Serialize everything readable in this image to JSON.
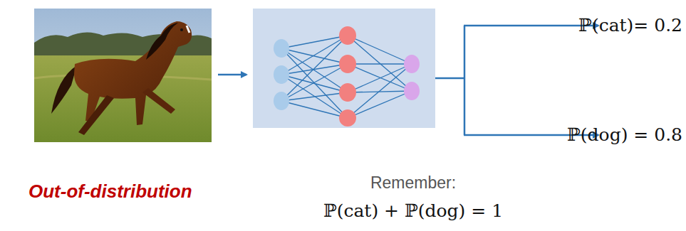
{
  "diagram": {
    "labels": [
      "ℙ(cat)= 0.2",
      "ℙ(dog) = 0.8",
      "Out-of-distribution",
      "Remember:",
      "ℙ(cat) + ℙ(dog) = 1"
    ]
  }
}
